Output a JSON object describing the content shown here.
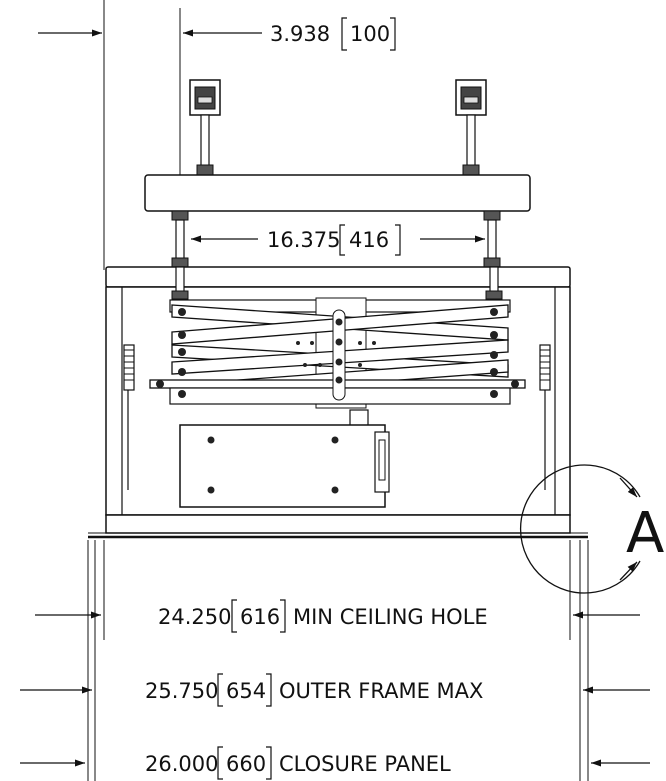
{
  "dimensions": {
    "top_offset": {
      "value": "3.938",
      "metric": "100"
    },
    "rod_spacing": {
      "value": "16.375",
      "metric": "416"
    },
    "ceiling_hole": {
      "value": "24.250",
      "metric": "616",
      "label": "MIN CEILING HOLE"
    },
    "outer_frame": {
      "value": "25.750",
      "metric": "654",
      "label": "OUTER FRAME MAX"
    },
    "closure_panel": {
      "value": "26.000",
      "metric": "660",
      "label": "CLOSURE PANEL"
    }
  },
  "detail_callout": {
    "letter": "A"
  }
}
